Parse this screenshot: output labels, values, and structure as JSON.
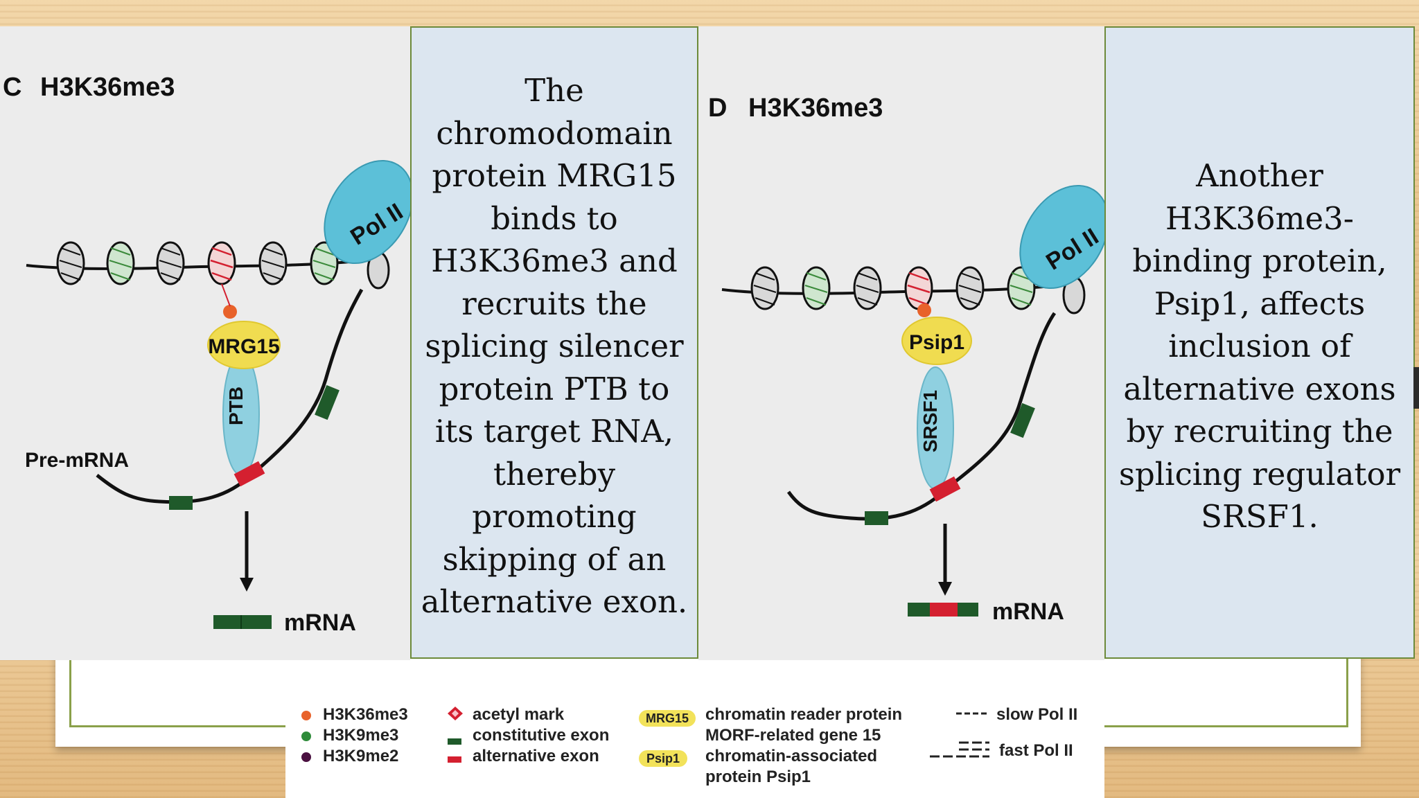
{
  "panel_c": {
    "letter": "C",
    "mark": "H3K36me3",
    "polymerase": "Pol II",
    "reader": "MRG15",
    "regulator": "PTB",
    "pre_mrna_label": "Pre-mRNA",
    "mrna_label": "mRNA"
  },
  "panel_d": {
    "letter": "D",
    "mark": "H3K36me3",
    "polymerase": "Pol II",
    "reader": "Psip1",
    "regulator": "SRSF1",
    "mrna_label": "mRNA"
  },
  "textbox_1": "The chromodomain protein MRG15 binds to H3K36me3 and recruits the splicing silencer protein PTB to its target RNA, thereby promoting skipping of  an alternative exon.",
  "textbox_2": "Another H3K36me3-binding protein, Psip1, affects inclusion of alternative exons by recruiting the splicing regulator SRSF1.",
  "legend": {
    "h3k36me3": "H3K36me3",
    "h3k9me3": "H3K9me3",
    "h3k9me2": "H3K9me2",
    "acetyl": "acetyl mark",
    "constitutive": "constitutive exon",
    "alternative": "alternative exon",
    "mrg15_pill": "MRG15",
    "mrg15_desc_1": "chromatin reader protein",
    "mrg15_desc_2": "MORF-related gene 15",
    "psip1_pill": "Psip1",
    "psip1_desc_1": "chromatin-associated",
    "psip1_desc_2": "protein Psip1",
    "slow": "slow Pol II",
    "fast": "fast Pol II"
  },
  "colors": {
    "h3k36me3": "#e8622a",
    "h3k9me3": "#2e8b3a",
    "h3k9me2": "#4a1040",
    "constitutive_exon": "#1f5a2a",
    "alternative_exon": "#d42030",
    "pol2": "#5cc0d8",
    "reader": "#f0dc50",
    "regulator": "#8fd0e0",
    "textbox_bg": "#dce6f0"
  }
}
